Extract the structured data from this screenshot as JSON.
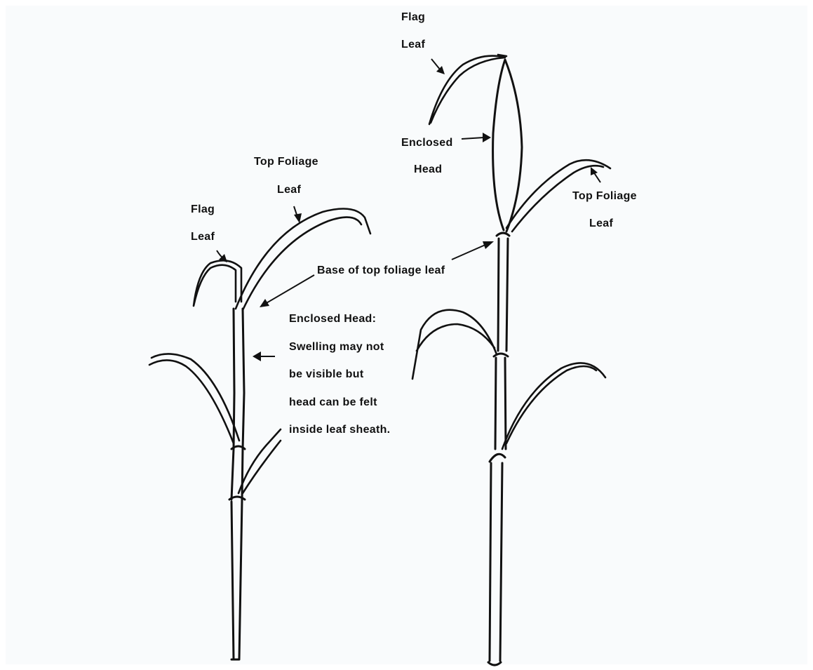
{
  "left_plant": {
    "flag_leaf_label": [
      "Flag",
      "Leaf"
    ],
    "top_foliage_leaf_label": [
      "Top Foliage",
      "Leaf"
    ],
    "base_of_top_foliage_leaf_label": "Base of top foliage leaf",
    "enclosed_head_note": [
      "Enclosed Head:",
      "Swelling may not",
      "be visible but",
      "head can be felt",
      "inside leaf sheath."
    ]
  },
  "right_plant": {
    "flag_leaf_label": [
      "Flag",
      "Leaf"
    ],
    "enclosed_head_label": [
      "Enclosed",
      "Head"
    ],
    "top_foliage_leaf_label": [
      "Top Foliage",
      "Leaf"
    ]
  },
  "colors": {
    "ink": "#111111",
    "paper": "#f9fbfc"
  }
}
